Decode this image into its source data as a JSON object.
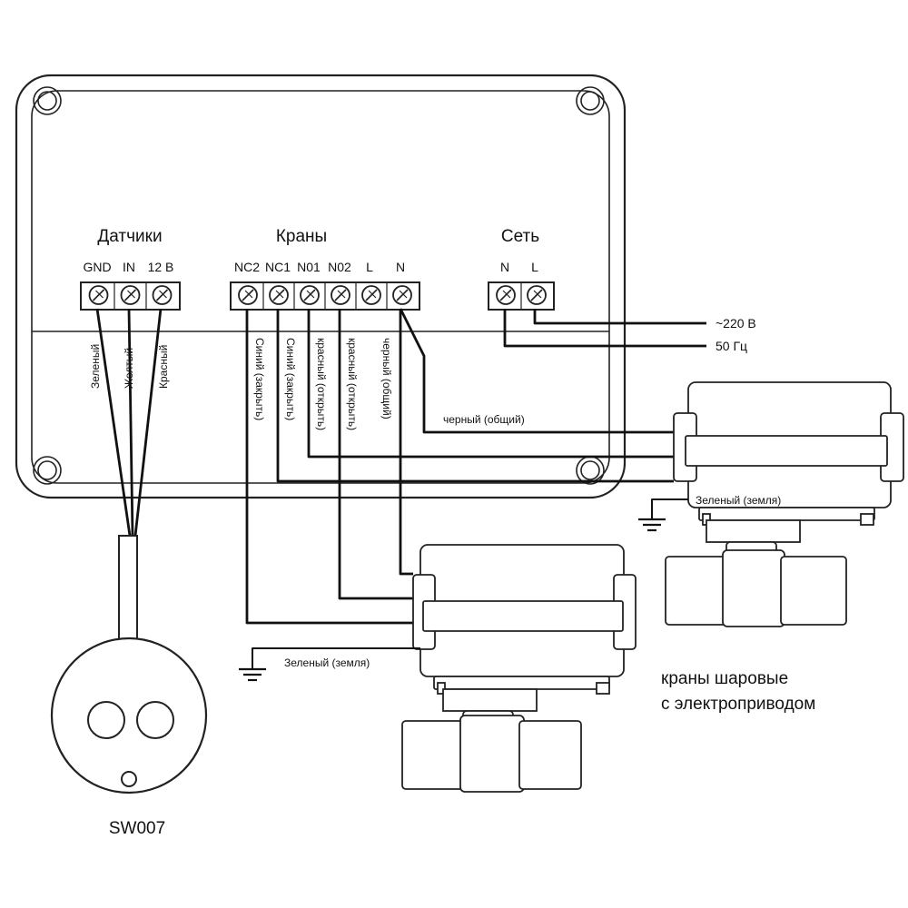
{
  "groups": {
    "sensors": "Датчики",
    "valves": "Краны",
    "mains": "Сеть"
  },
  "terminals": {
    "sensors": [
      "GND",
      "IN",
      "12 В"
    ],
    "valves": [
      "NC2",
      "NC1",
      "N01",
      "N02",
      "L",
      "N"
    ],
    "mains": [
      "N",
      "L"
    ]
  },
  "sensor_wires": [
    "Зеленый",
    "Желтый",
    "Красный"
  ],
  "valve_wires": [
    "Синий (закрыть)",
    "Синий (закрыть)",
    "красный (открыть)",
    "красный (открыть)",
    "черный (общий)"
  ],
  "common_label": "черный (общий)",
  "mains_labels": [
    "~220 В",
    "50 Гц"
  ],
  "ground_label": "Зеленый (земля)",
  "sensor_name": "SW007",
  "caption": [
    "краны шаровые",
    "с электроприводом"
  ]
}
